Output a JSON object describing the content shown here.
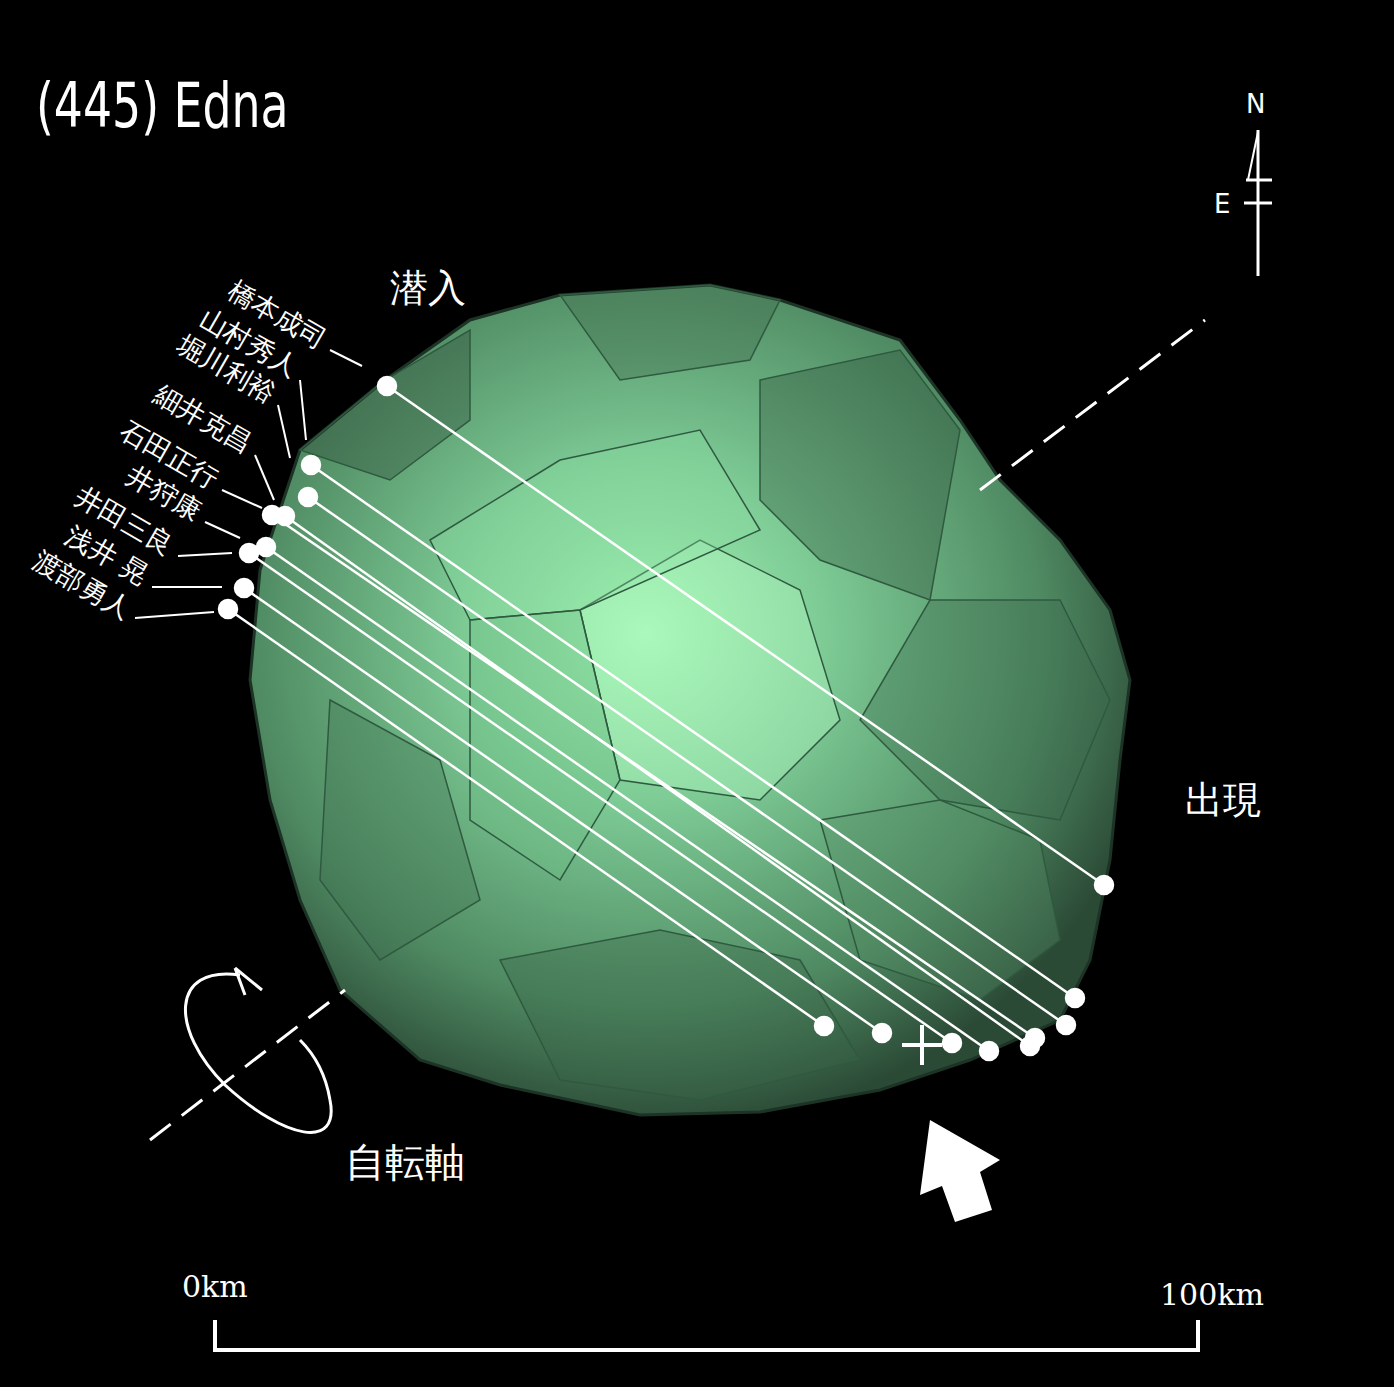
{
  "diagram": {
    "title": "(445) Edna",
    "labels": [
      "橋本成司",
      "山村秀人",
      "堀川利裕",
      "細井克昌",
      "石田正行",
      "井狩康",
      "井田三良",
      "浅井 晃",
      "渡部勇人",
      "潜入",
      "出現",
      "自転軸",
      "N",
      "E",
      "0km",
      "100km"
    ]
  }
}
